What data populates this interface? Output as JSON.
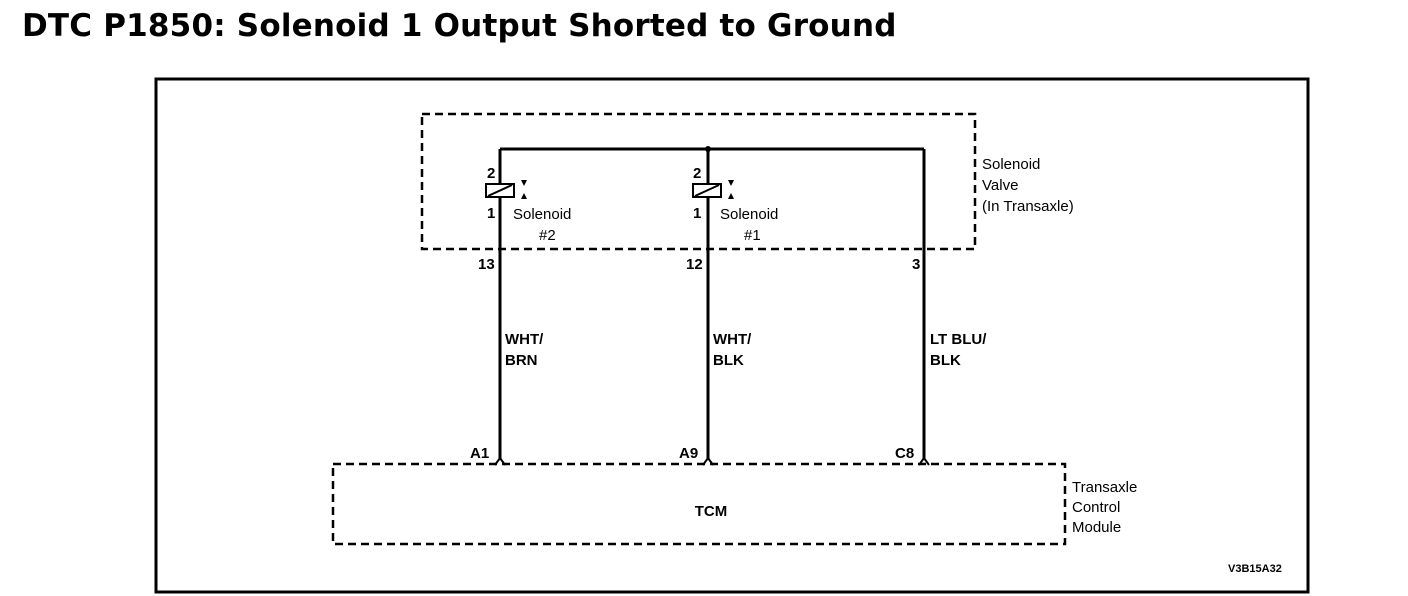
{
  "title": "DTC P1850: Solenoid 1 Output Shorted to Ground",
  "solenoid_valve": {
    "label_lines": [
      "Solenoid",
      "Valve",
      "(In Transaxle)"
    ],
    "solenoids": [
      {
        "pin_top": "2",
        "pin_bottom": "1",
        "label_line1": "Solenoid",
        "label_line2": "#2"
      },
      {
        "pin_top": "2",
        "pin_bottom": "1",
        "label_line1": "Solenoid",
        "label_line2": "#1"
      }
    ],
    "connector_pins": [
      "13",
      "12",
      "3"
    ]
  },
  "wires": [
    {
      "color_line1": "WHT/",
      "color_line2": "BRN"
    },
    {
      "color_line1": "WHT/",
      "color_line2": "BLK"
    },
    {
      "color_line1": "LT BLU/",
      "color_line2": "BLK"
    }
  ],
  "tcm": {
    "name": "TCM",
    "label_lines": [
      "Transaxle",
      "Control",
      "Module"
    ],
    "terminals": [
      "A1",
      "A9",
      "C8"
    ]
  },
  "figure_code": "V3B15A32",
  "colors": {
    "line": "#000000",
    "background": "#ffffff"
  }
}
